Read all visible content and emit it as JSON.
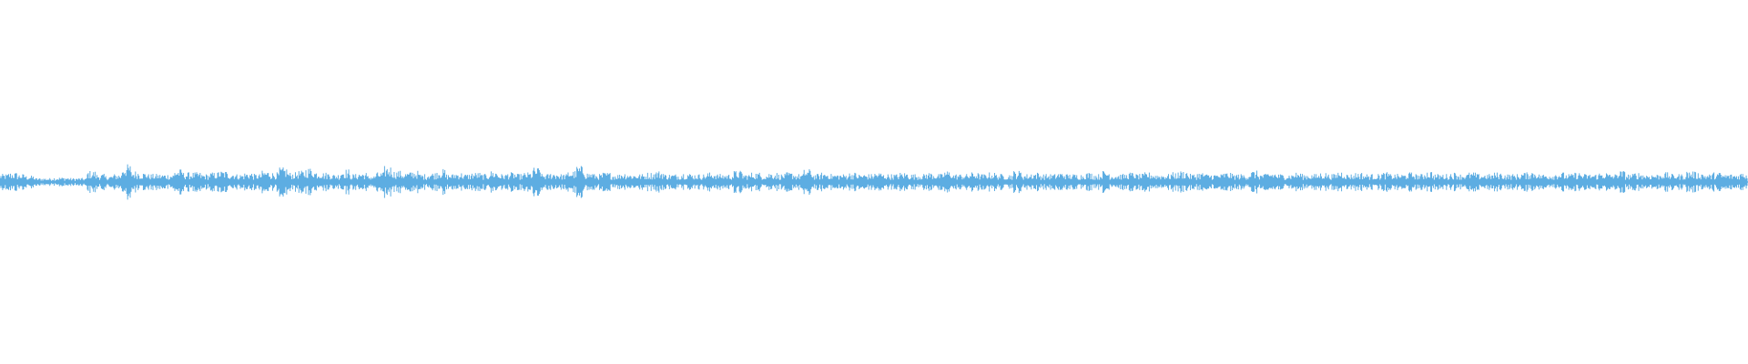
{
  "waveform": {
    "color": "#5dade2",
    "background": "#ffffff",
    "peaks": [
      0.1,
      0.12,
      0.1,
      0.08,
      0.05,
      0.05,
      0.06,
      0.06,
      0.05,
      0.05,
      0.14,
      0.1,
      0.08,
      0.1,
      0.22,
      0.14,
      0.12,
      0.1,
      0.1,
      0.1,
      0.16,
      0.12,
      0.12,
      0.1,
      0.12,
      0.14,
      0.12,
      0.1,
      0.12,
      0.1,
      0.14,
      0.12,
      0.18,
      0.12,
      0.14,
      0.18,
      0.14,
      0.12,
      0.1,
      0.16,
      0.1,
      0.12,
      0.08,
      0.12,
      0.2,
      0.14,
      0.12,
      0.14,
      0.1,
      0.12,
      0.16,
      0.1,
      0.12,
      0.1,
      0.12,
      0.1,
      0.14,
      0.1,
      0.12,
      0.1,
      0.12,
      0.18,
      0.1,
      0.12,
      0.1,
      0.14,
      0.2,
      0.12,
      0.1,
      0.12,
      0.1,
      0.12,
      0.1,
      0.1,
      0.12,
      0.14,
      0.1,
      0.1,
      0.12,
      0.1,
      0.1,
      0.12,
      0.1,
      0.1,
      0.14,
      0.1,
      0.12,
      0.1,
      0.12,
      0.1,
      0.12,
      0.1,
      0.16,
      0.1,
      0.12,
      0.1,
      0.1,
      0.12,
      0.1,
      0.1,
      0.12,
      0.1,
      0.1,
      0.12,
      0.1,
      0.1,
      0.12,
      0.1,
      0.14,
      0.1,
      0.1,
      0.12,
      0.1,
      0.12,
      0.1,
      0.1,
      0.14,
      0.1,
      0.12,
      0.1,
      0.1,
      0.12,
      0.1,
      0.1,
      0.12,
      0.1,
      0.14,
      0.1,
      0.1,
      0.12,
      0.1,
      0.12,
      0.1,
      0.1,
      0.12,
      0.14,
      0.1,
      0.12,
      0.1,
      0.1,
      0.12,
      0.1,
      0.1,
      0.14,
      0.1,
      0.12,
      0.1,
      0.1,
      0.12,
      0.1,
      0.1,
      0.12,
      0.1,
      0.14,
      0.1,
      0.12,
      0.1,
      0.1,
      0.12,
      0.1,
      0.1,
      0.12,
      0.1,
      0.14,
      0.1,
      0.1,
      0.12,
      0.1,
      0.12,
      0.1,
      0.1,
      0.12,
      0.1,
      0.1,
      0.12,
      0.14,
      0.1,
      0.1,
      0.12,
      0.1,
      0.12,
      0.1,
      0.1,
      0.12,
      0.1,
      0.14,
      0.1,
      0.12,
      0.1,
      0.1,
      0.12,
      0.1,
      0.1,
      0.14,
      0.12,
      0.1,
      0.12,
      0.1,
      0.1,
      0.12
    ]
  }
}
